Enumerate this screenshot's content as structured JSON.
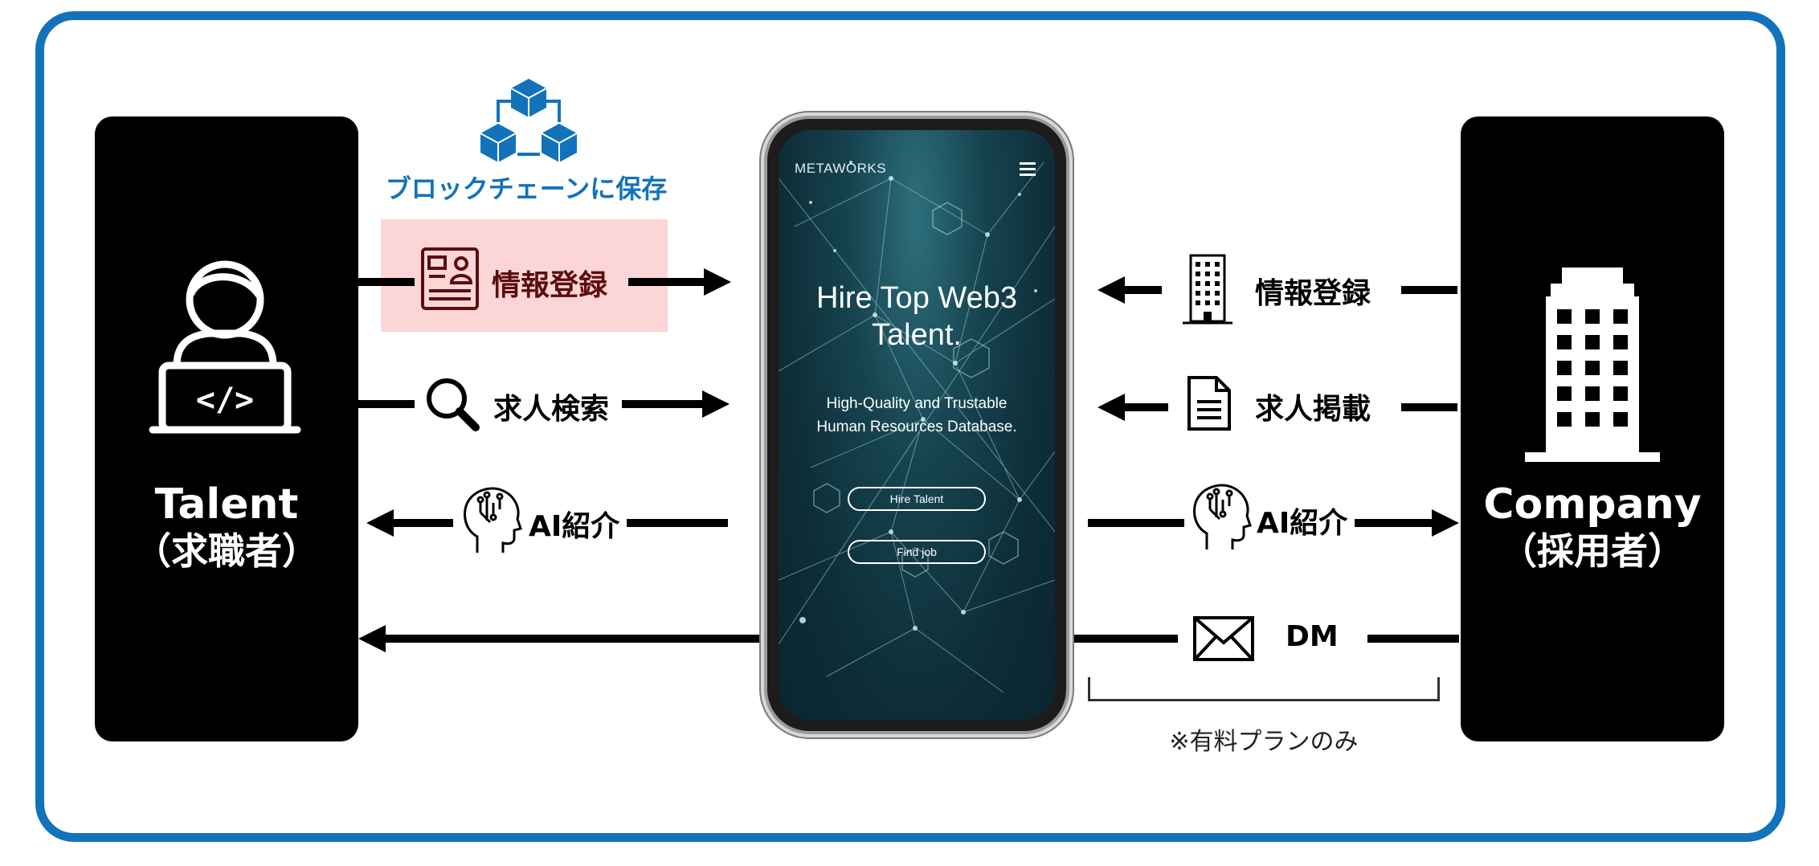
{
  "left_actor": {
    "name": "Talent",
    "sub": "（求職者）"
  },
  "right_actor": {
    "name": "Company",
    "sub": "（採用者）"
  },
  "blockchain": {
    "label": "ブロックチェーンに保存"
  },
  "talent_flows": {
    "register": "情報登録",
    "search": "求人検索",
    "ai_intro": "AI紹介"
  },
  "company_flows": {
    "register": "情報登録",
    "post_job": "求人掲載",
    "ai_intro": "AI紹介",
    "dm": "DM",
    "paid_note": "※有料プランのみ"
  },
  "phone_screen": {
    "brand": "METAWORKS",
    "headline_1": "Hire Top Web3",
    "headline_2": "Talent.",
    "sub_1": "High-Quality and Trustable",
    "sub_2": "Human Resources Database.",
    "btn_hire": "Hire Talent",
    "btn_find": "Find job"
  },
  "colors": {
    "frame": "#1273bb",
    "highlight": "#fcd6d6",
    "register_text": "#5c0d0d"
  }
}
